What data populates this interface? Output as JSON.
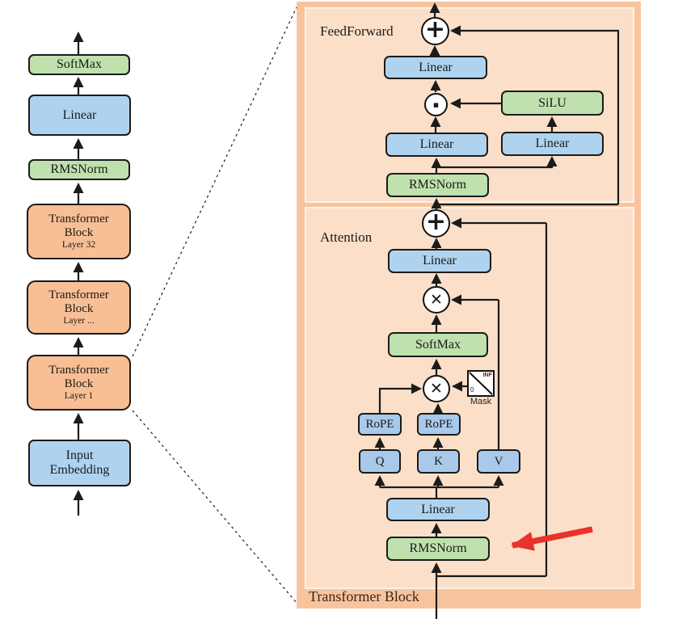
{
  "left_stack": {
    "softmax": "SoftMax",
    "linear": "Linear",
    "rmsnorm": "RMSNorm",
    "block32": {
      "title": "Transformer Block",
      "layer": "Layer 32"
    },
    "block_mid": {
      "title": "Transformer Block",
      "layer": "Layer ..."
    },
    "block1": {
      "title": "Transformer Block",
      "layer": "Layer 1"
    },
    "input_embedding": "Input Embedding"
  },
  "panel": {
    "title": "Transformer Block",
    "feedforward": {
      "label": "FeedForward",
      "linear_out": "Linear",
      "silu": "SiLU",
      "linear_gate": "Linear",
      "linear_up": "Linear",
      "rmsnorm": "RMSNorm",
      "add_symbol": "+",
      "dot_symbol": "▪"
    },
    "attention": {
      "label": "Attention",
      "linear_out": "Linear",
      "softmax": "SoftMax",
      "rope_q": "RoPE",
      "rope_k": "RoPE",
      "q": "Q",
      "k": "K",
      "v": "V",
      "linear_in": "Linear",
      "rmsnorm": "RMSNorm",
      "add_symbol": "+",
      "matmul_symbol": "✕",
      "mask": {
        "label": "Mask",
        "inf": "INF",
        "zero": "0"
      }
    }
  },
  "colors": {
    "orange_block": "#f8bf94",
    "panel_outer": "#f8c49e",
    "panel_inner": "#fcdfc8",
    "blue_box": "#afd3ef",
    "green_box": "#bfe1ad",
    "line": "#1b1b1b",
    "highlight_arrow": "#e8332a"
  }
}
